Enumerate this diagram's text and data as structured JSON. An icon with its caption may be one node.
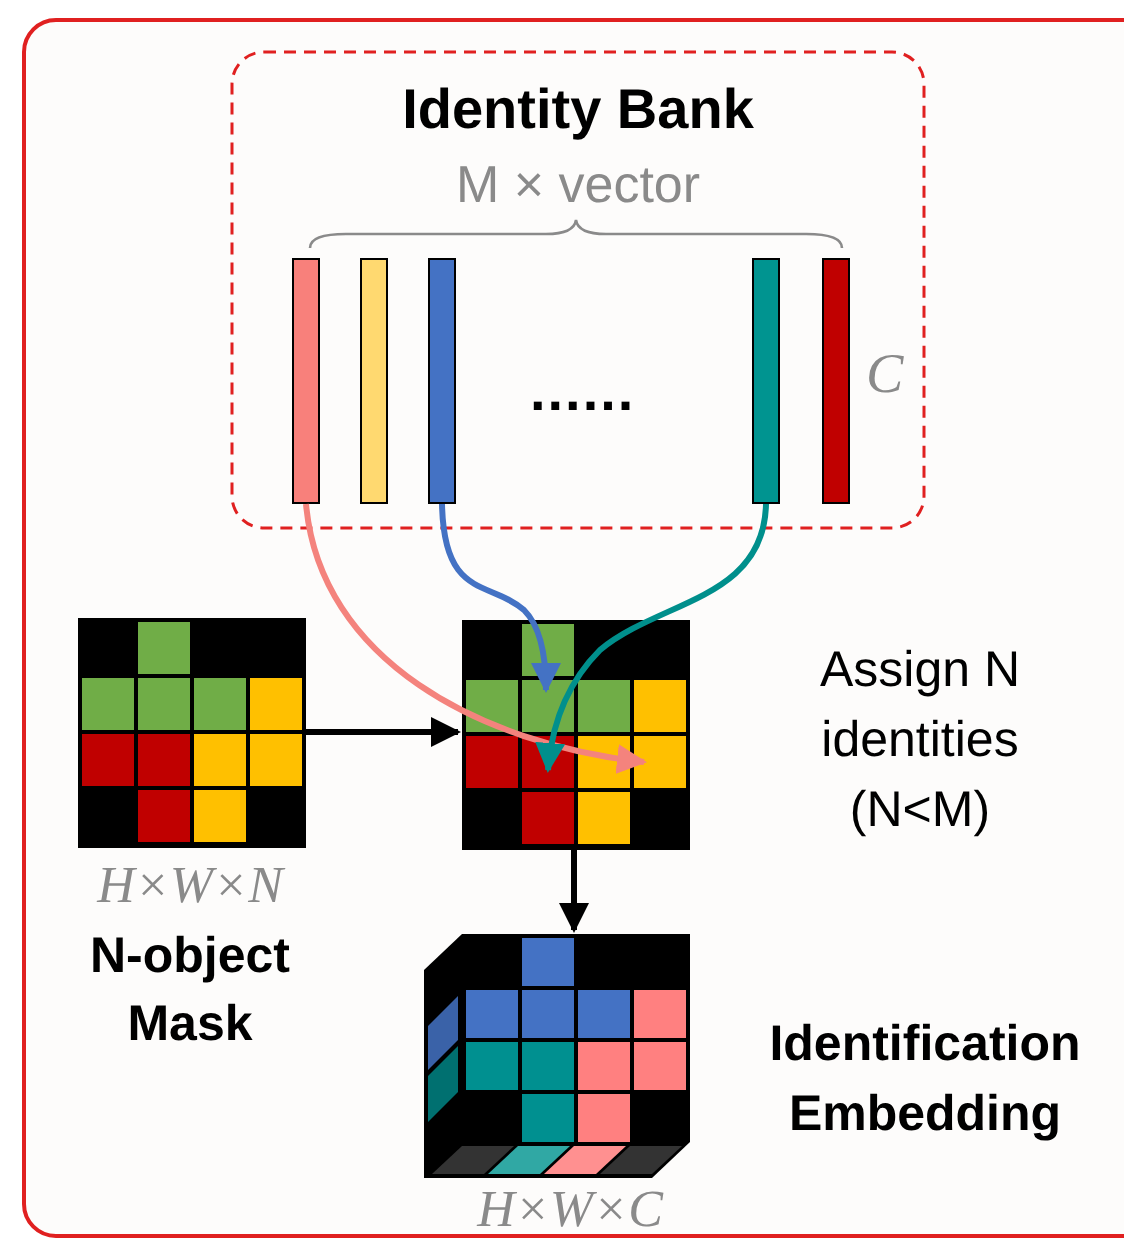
{
  "diagram": {
    "nodes": [
      {
        "text": [
          "Identity Bank",
          "M × vector"
        ]
      },
      {
        "text": [],
        "shape": "bar",
        "in": 0
      },
      {
        "text": [],
        "shape": "bar",
        "in": 0
      },
      {
        "text": [],
        "shape": "bar",
        "in": 0
      },
      {
        "text": [],
        "shape": "bar",
        "in": 0
      },
      {
        "text": [],
        "shape": "bar",
        "in": 0
      },
      {
        "text": [],
        "shape": "picture",
        "beside": [
          "H×W×N",
          "N-object Mask"
        ]
      },
      {
        "text": [],
        "shape": "picture",
        "beside": [
          "Assign N identities (N<M)"
        ]
      },
      {
        "text": [],
        "shape": "picture",
        "beside": [
          "H×W×C",
          "Identification Embedding"
        ]
      }
    ],
    "edges": [
      {
        "from": 1,
        "to": 7,
        "arrow": "to",
        "color": "#f4837d"
      },
      {
        "from": 3,
        "to": 7,
        "arrow": "to",
        "color": "#4472c4"
      },
      {
        "from": 4,
        "to": 7,
        "arrow": "to",
        "color": "#008f8c"
      },
      {
        "from": 6,
        "to": 7,
        "arrow": "to"
      },
      {
        "from": 7,
        "to": 8,
        "arrow": "to"
      }
    ],
    "labels": [
      "......",
      "C"
    ]
  }
}
